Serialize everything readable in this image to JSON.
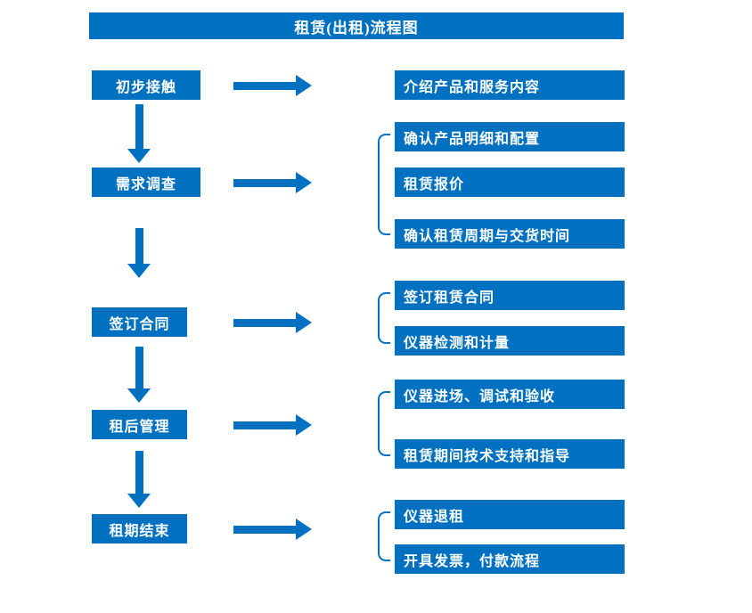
{
  "title": "租赁(出租)流程图",
  "colors": {
    "accent": "#0070C0",
    "text_on_accent": "#FFFFFF",
    "background": "#FFFFFF"
  },
  "stages": [
    {
      "label": "初步接触",
      "outputs": [
        "介绍产品和服务内容"
      ]
    },
    {
      "label": "需求调查",
      "outputs": [
        "确认产品明细和配置",
        "租赁报价",
        "确认租赁周期与交货时间"
      ]
    },
    {
      "label": "签订合同",
      "outputs": [
        "签订租赁合同",
        "仪器检测和计量"
      ]
    },
    {
      "label": "租后管理",
      "outputs": [
        "仪器进场、调试和验收",
        "租赁期间技术支持和指导"
      ]
    },
    {
      "label": "租期结束",
      "outputs": [
        "仪器退租",
        "开具发票，付款流程"
      ]
    }
  ]
}
